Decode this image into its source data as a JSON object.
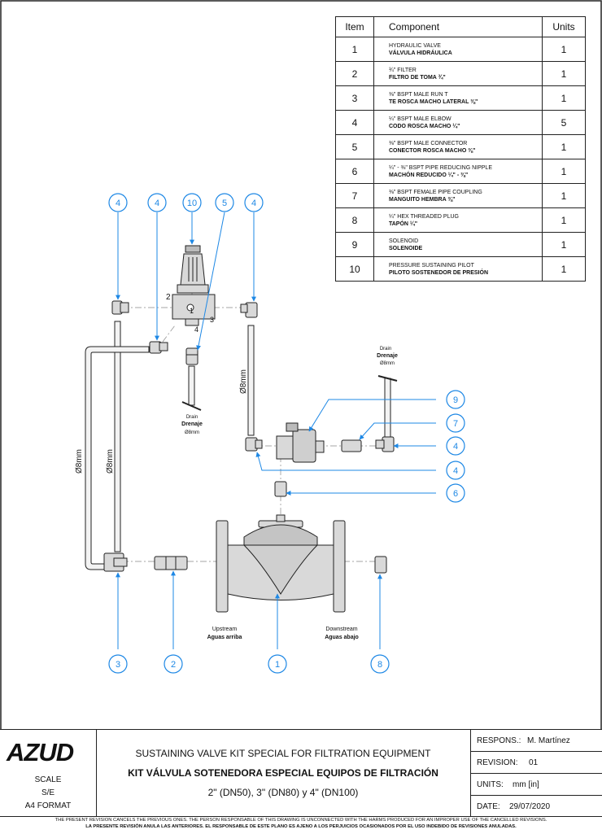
{
  "colors": {
    "balloon": "#1e88e5",
    "line": "#222222"
  },
  "bom": {
    "headers": {
      "item": "Item",
      "component": "Component",
      "units": "Units"
    },
    "rows": [
      {
        "item": "1",
        "en": "HYDRAULIC VALVE",
        "es": "VÁLVULA HIDRÁULICA",
        "units": "1"
      },
      {
        "item": "2",
        "en": "¾\" FILTER",
        "es": "FILTRO DE TOMA ¾\"",
        "units": "1"
      },
      {
        "item": "3",
        "en": "⅜\" BSPT MALE RUN T",
        "es": "TE ROSCA MACHO LATERAL ⅜\"",
        "units": "1"
      },
      {
        "item": "4",
        "en": "¼\" BSPT MALE ELBOW",
        "es": "CODO ROSCA MACHO ¼\"",
        "units": "5"
      },
      {
        "item": "5",
        "en": "⅜\" BSPT MALE CONNECTOR",
        "es": "CONECTOR ROSCA MACHO ⅜\"",
        "units": "1"
      },
      {
        "item": "6",
        "en": "¼\" - ⅜\" BSPT PIPE REDUCING NIPPLE",
        "es": "MACHÓN REDUCIDO ¼\" - ⅜\"",
        "units": "1"
      },
      {
        "item": "7",
        "en": "⅜\" BSPT FEMALE PIPE COUPLING",
        "es": "MANGUITO HEMBRA ⅜\"",
        "units": "1"
      },
      {
        "item": "8",
        "en": "¼\" HEX THREADED PLUG",
        "es": "TAPÓN ¼\"",
        "units": "1"
      },
      {
        "item": "9",
        "en": "SOLENOID",
        "es": "SOLENOIDE",
        "units": "1"
      },
      {
        "item": "10",
        "en": "PRESSURE SUSTAINING PILOT",
        "es": "PILOTO SOSTENEDOR DE PRESIÓN",
        "units": "1"
      }
    ]
  },
  "drawing": {
    "balloons": [
      "4",
      "4",
      "10",
      "5",
      "4",
      "9",
      "7",
      "4",
      "4",
      "6",
      "3",
      "2",
      "1",
      "8"
    ],
    "port_labels": [
      "2",
      "1",
      "3",
      "4"
    ],
    "pipe_labels": [
      "Ø8mm",
      "Ø8mm",
      "Ø8mm"
    ],
    "drain_top": {
      "en": "Drain",
      "es": "Drenaje",
      "size": "Ø8mm"
    },
    "drain_left": {
      "en": "Drain",
      "es": "Drenaje",
      "size": "Ø8mm"
    },
    "upstream": {
      "en": "Upstream",
      "es": "Aguas arriba"
    },
    "downstream": {
      "en": "Downstream",
      "es": "Aguas abajo"
    }
  },
  "title_block": {
    "logo": "AZUD",
    "scale_label": "SCALE",
    "scale_value": "S/E",
    "format": "A4 FORMAT",
    "title_en": "SUSTAINING VALVE KIT SPECIAL FOR FILTRATION EQUIPMENT",
    "title_es": "KIT VÁLVULA SOTENEDORA ESPECIAL EQUIPOS DE FILTRACIÓN",
    "sizes": "2\" (DN50), 3\" (DN80) y 4\" (DN100)",
    "respons_label": "RESPONS.:",
    "respons_value": "M. Martínez",
    "revision_label": "REVISION:",
    "revision_value": "01",
    "units_label": "UNITS:",
    "units_value": "mm [in]",
    "date_label": "DATE:",
    "date_value": "29/07/2020"
  },
  "footer": {
    "line_en": "THE PRESENT REVISION CANCELS THE PREVIOUS ONES. THE PERSON RESPONSABLE OF THIS DRAWING IS UNCONNECTED WITH THE HARMS PRODUCED FOR AN IMPROPER USE OF THE CANCELLED REVISIONS.",
    "line_es": "LA PRESENTE REVISIÓN ANULA LAS ANTERIORES. EL RESPONSABLE DE ESTE PLANO ES AJENO A LOS PERJUICIOS OCASIONADOS POR EL USO INDEBIDO DE REVISIONES ANULADAS."
  }
}
